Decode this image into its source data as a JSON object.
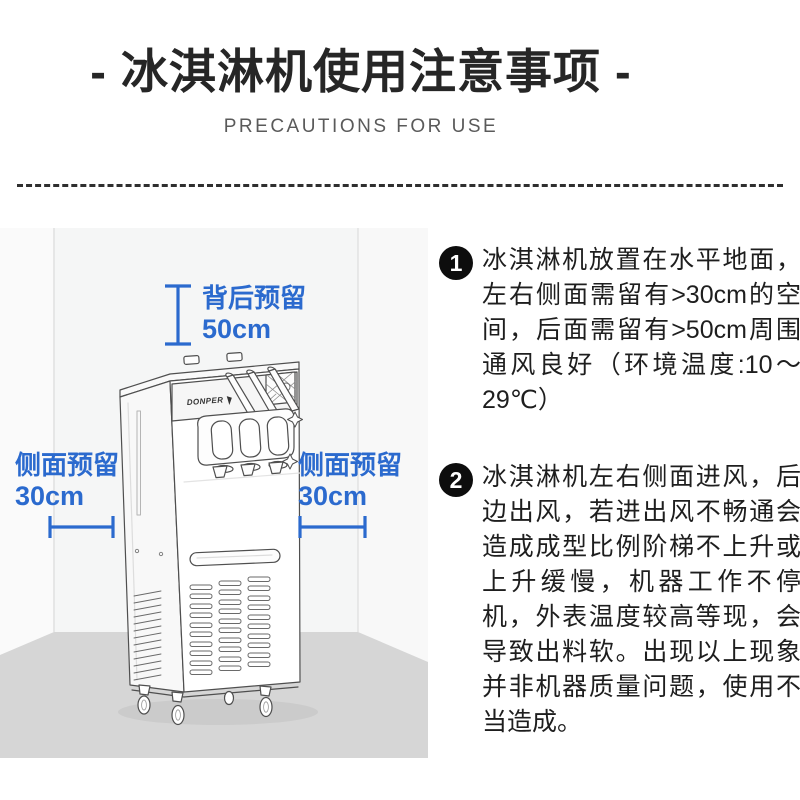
{
  "header": {
    "title": "- 冰淇淋机使用注意事项 -",
    "subtitle": "PRECAUTIONS FOR USE"
  },
  "diagram": {
    "accent_color": "#2b6ace",
    "machine_logo": "DONPER",
    "labels": {
      "back": {
        "line1": "背后预留",
        "line2": "50cm"
      },
      "left": {
        "line1": "侧面预留",
        "line2": "30cm"
      },
      "right": {
        "line1": "侧面预留",
        "line2": "30cm"
      }
    }
  },
  "notes": [
    {
      "number": "1",
      "text": "冰淇淋机放置在水平地面，左右侧面需留有>30cm的空间，后面需留有>50cm周围通风良好（环境温度:10～29℃）"
    },
    {
      "number": "2",
      "text": "冰淇淋机左右侧面进风，后边出风，若进出风不畅通会造成成型比例阶梯不上升或上升缓慢，机器工作不停机，外表温度较高等现，会导致出料软。出现以上现象并非机器质量问题，使用不当造成。"
    }
  ]
}
